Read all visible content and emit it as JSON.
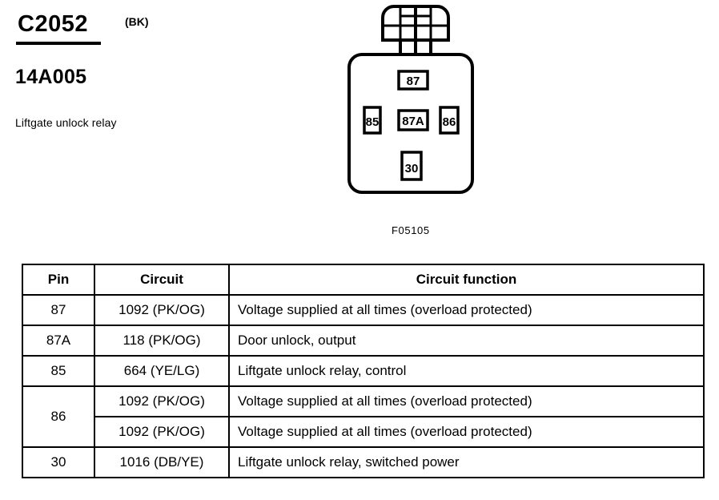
{
  "header": {
    "connector_id": "C2052",
    "color_code": "(BK)",
    "part_number": "14A005",
    "component_name": "Liftgate unlock relay"
  },
  "connector": {
    "figure_ref": "F05105",
    "terminals": [
      {
        "label": "87",
        "position": "top"
      },
      {
        "label": "85",
        "position": "left"
      },
      {
        "label": "87A",
        "position": "center"
      },
      {
        "label": "86",
        "position": "right"
      },
      {
        "label": "30",
        "position": "bottom"
      }
    ]
  },
  "table": {
    "columns": [
      "Pin",
      "Circuit",
      "Circuit function"
    ],
    "rows": [
      {
        "pin": "87",
        "circuit": "1092 (PK/OG)",
        "function": "Voltage supplied at all times (overload protected)"
      },
      {
        "pin": "87A",
        "circuit": "118 (PK/OG)",
        "function": "Door unlock, output"
      },
      {
        "pin": "85",
        "circuit": "664 (YE/LG)",
        "function": "Liftgate unlock relay, control"
      },
      {
        "pin": "86",
        "circuit": "1092 (PK/OG)",
        "function": "Voltage supplied at all times (overload protected)"
      },
      {
        "pin": "",
        "circuit": "1092 (PK/OG)",
        "function": "Voltage supplied at all times (overload protected)"
      },
      {
        "pin": "30",
        "circuit": "1016 (DB/YE)",
        "function": "Liftgate unlock relay, switched power"
      }
    ]
  }
}
